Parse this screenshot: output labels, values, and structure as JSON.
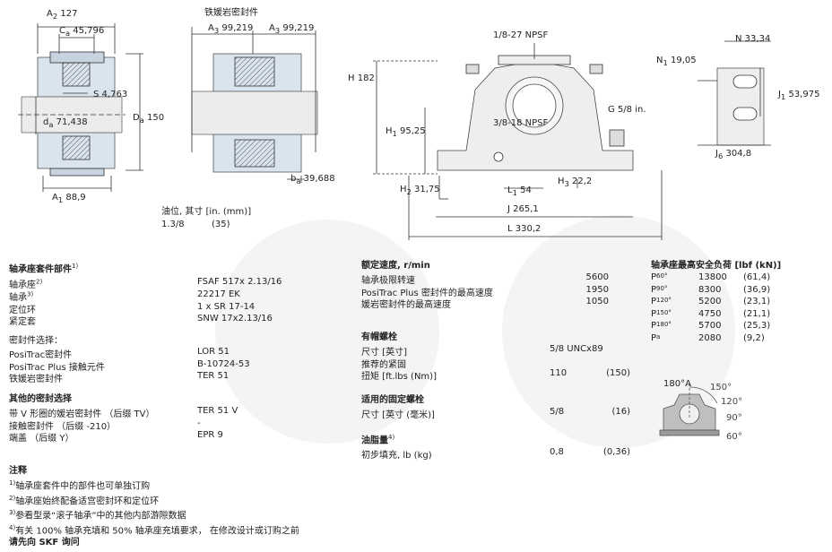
{
  "drawing_labels": {
    "a2": "A",
    "a2_sub": "2",
    "a2_val": "127",
    "ca": "C",
    "ca_sub": "a",
    "ca_val": "45,796",
    "s": "S",
    "s_val": "4,763",
    "da": "d",
    "da_sub": "a",
    "da_val": "71,438",
    "Da": "D",
    "Da_sub": "a",
    "Da_val": "150",
    "a1": "A",
    "a1_sub": "1",
    "a1_val": "88,9",
    "seal_title": "铁媛岩密封件",
    "a3l": "A",
    "a3l_sub": "3",
    "a3l_val": "99,219",
    "a3r": "A",
    "a3r_sub": "3",
    "a3r_val": "99,219",
    "ba": "b",
    "ba_sub": "a",
    "ba_val": "39,688",
    "npsf1": "1/8-27 NPSF",
    "npsf2": "3/8-18 NPSF",
    "H": "H",
    "H_val": "182",
    "H1": "H",
    "H1_sub": "1",
    "H1_val": "95,25",
    "H2": "H",
    "H2_sub": "2",
    "H2_val": "31,75",
    "H3": "H",
    "H3_sub": "3",
    "H3_val": "22,2",
    "G": "G",
    "G_val": "5/8 in.",
    "L1": "L",
    "L1_sub": "1",
    "L1_val": "54",
    "J": "J",
    "J_val": "265,1",
    "L": "L",
    "L_val": "330,2",
    "N": "N",
    "N_val": "33,34",
    "N1": "N",
    "N1_sub": "1",
    "N1_val": "19,05",
    "J1": "J",
    "J1_sub": "1",
    "J1_val": "53,975",
    "J6": "J",
    "J6_sub": "6",
    "J6_val": "304,8"
  },
  "oil": {
    "header": "油位, 其寸 [in. (mm)]",
    "v1": "1.3/8",
    "v2": "(35)"
  },
  "kit": {
    "title": "轴承座套件部件",
    "title_sup": "1)",
    "rows": [
      {
        "label": "轴承座",
        "sup": "2)",
        "value": "FSAF 517x 2.13/16"
      },
      {
        "label": "轴承",
        "sup": "3)",
        "value": "22217 EK"
      },
      {
        "label": "定位环",
        "sup": "",
        "value": "1 x SR 17-14"
      },
      {
        "label": "紧定套",
        "sup": "",
        "value": "SNW 17x2.13/16"
      }
    ],
    "seal_title": "密封件选择：",
    "seal_rows": [
      {
        "label": "PosiTrac密封件",
        "value": "LOR 51"
      },
      {
        "label": "PosiTrac Plus 接触元件",
        "value": "B-10724-53"
      },
      {
        "label": "铁媛岩密封件",
        "value": "TER 51"
      }
    ],
    "other_title": "其他的密封选择",
    "other_rows": [
      {
        "label": "带 V 形圈的媛岩密封件 （后缀 TV）",
        "value": "TER 51 V"
      },
      {
        "label": "接触密封件 （后缀 -210）",
        "value": "-"
      },
      {
        "label": "端盖 （后缀 Y）",
        "value": "EPR 9"
      }
    ]
  },
  "notes": {
    "title": "注释",
    "items": [
      {
        "sup": "1)",
        "text": "轴承座套件中的部件也可单独订购"
      },
      {
        "sup": "2)",
        "text": "轴承座始终配备适宫密封环和定位环"
      },
      {
        "sup": "3)",
        "text": "参看型录“滚子轴承”中的其他内部游隙数据"
      },
      {
        "sup": "4)",
        "text": "有关 100% 轴承充填和 50% 轴承座充填要求， 在修改设计或订购之前"
      }
    ],
    "footer": "请先向 SKF 询问"
  },
  "speed": {
    "title": "额定速度, r/min",
    "rows": [
      {
        "label": "轴承极限转速",
        "value": "5600"
      },
      {
        "label": "PosiTrac Plus 密封件的最高速度",
        "value": "1950"
      },
      {
        "label": "媛岩密封件的最高速度",
        "value": "1050"
      }
    ]
  },
  "cap_bolts": {
    "title": "有帽螺栓",
    "rows": [
      {
        "label": "尺寸 [英寸]",
        "v1": "5/8 UNCx89",
        "v2": ""
      },
      {
        "label": "推荐的紧固",
        "v1": "",
        "v2": ""
      },
      {
        "label": "扭矩 [ft.lbs (Nm)]",
        "v1": "110",
        "v2": "(150)"
      }
    ]
  },
  "fix_bolts": {
    "title": "适用的固定螺栓",
    "rows": [
      {
        "label": "尺寸 [英寸 (毫米)]",
        "v1": "5/8",
        "v2": "(16)"
      }
    ]
  },
  "grease": {
    "title": "油脂量",
    "title_sup": "4)",
    "rows": [
      {
        "label": "初步填充, lb (kg)",
        "v1": "0,8",
        "v2": "(0,36)"
      }
    ]
  },
  "loads": {
    "title": "轴承座最高安全负荷 [lbf (kN)]",
    "rows": [
      {
        "p": "P",
        "sub": "60°",
        "v1": "13800",
        "v2": "(61,4)"
      },
      {
        "p": "P",
        "sub": "90°",
        "v1": "8300",
        "v2": "(36,9)"
      },
      {
        "p": "P",
        "sub": "120°",
        "v1": "5200",
        "v2": "(23,1)"
      },
      {
        "p": "P",
        "sub": "150°",
        "v1": "4750",
        "v2": "(21,1)"
      },
      {
        "p": "P",
        "sub": "180°",
        "v1": "5700",
        "v2": "(25,3)"
      },
      {
        "p": "P",
        "sub": "a",
        "v1": "2080",
        "v2": "(9,2)"
      }
    ],
    "angles": {
      "a180": "180°",
      "pa": "A",
      "a150": "150°",
      "a120": "120°",
      "a90": "90°",
      "a60": "60°"
    }
  }
}
